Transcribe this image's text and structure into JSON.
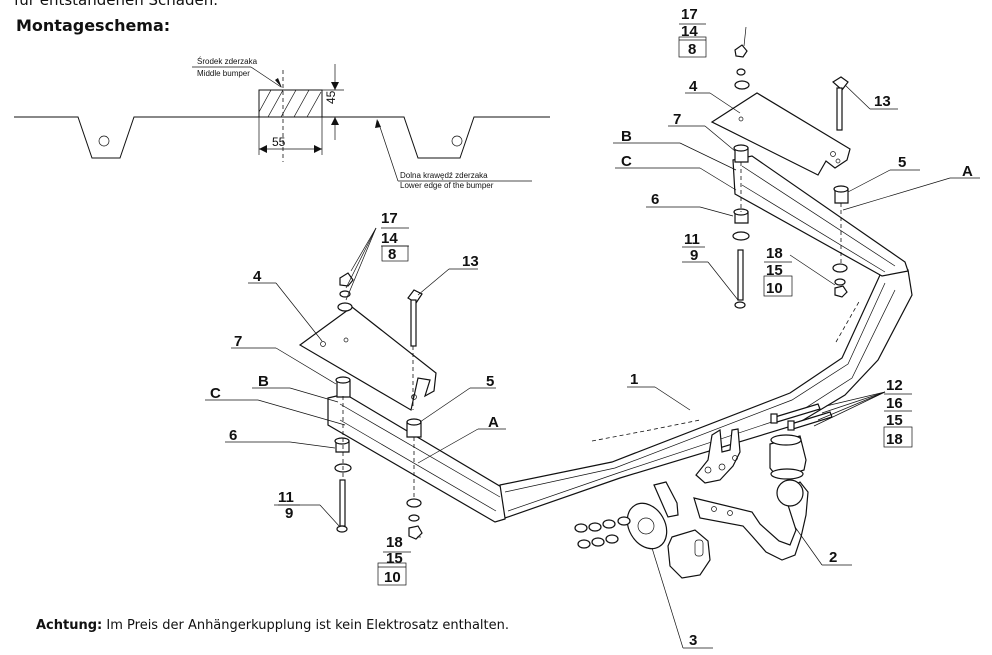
{
  "header": {
    "top_text": "für entstandenen Schäden.",
    "title": "Montageschema:"
  },
  "schema": {
    "middle_pl": "Środek zderzaka",
    "middle_en": "Middle bumper",
    "lower_pl": "Dolna krawędź zderzaka",
    "lower_en": "Lower edge of the bumper",
    "dim_height": "45",
    "dim_width": "55"
  },
  "labels": {
    "p1": "1",
    "p2": "2",
    "p3": "3",
    "l4": "4",
    "l5": "5",
    "l6": "6",
    "l7": "7",
    "lA": "A",
    "lB": "B",
    "lC": "C",
    "l11": "11",
    "l9": "9",
    "l13": "13",
    "l17": "17",
    "l14": "14",
    "l8": "8",
    "l18": "18",
    "l15": "15",
    "l10": "10",
    "r4": "4",
    "r5": "5",
    "r6": "6",
    "r7": "7",
    "rA": "A",
    "rB": "B",
    "rC": "C",
    "r11": "11",
    "r9": "9",
    "r13": "13",
    "r17": "17",
    "r14": "14",
    "r8": "8",
    "r18": "18",
    "r15": "15",
    "r10": "10",
    "k12": "12",
    "k16": "16",
    "k15": "15",
    "k18": "18"
  },
  "note": {
    "bold": "Achtung:",
    "text": " Im Preis der Anhängerkupplung ist kein Elektrosatz enthalten."
  }
}
